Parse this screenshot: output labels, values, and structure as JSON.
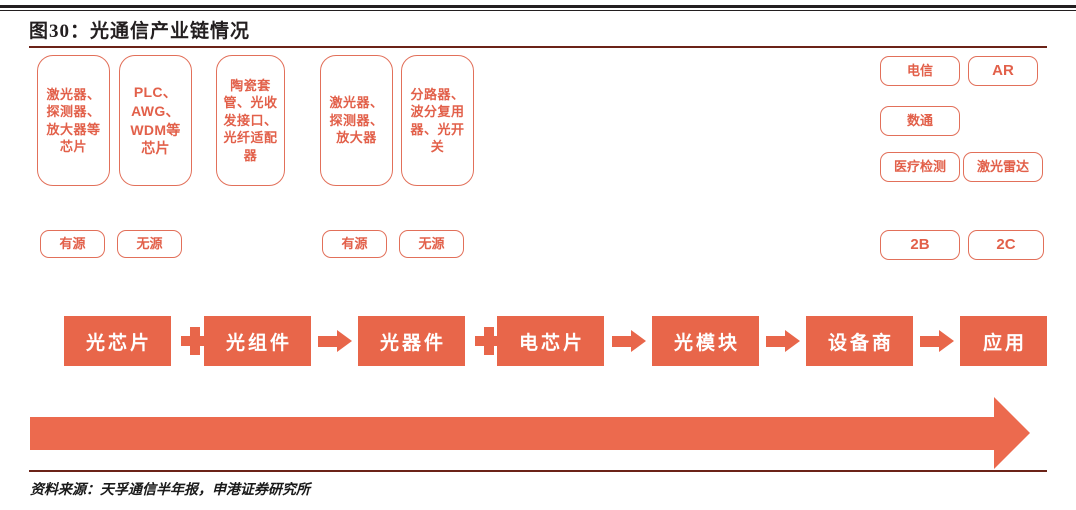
{
  "figure": {
    "title": "图30：光通信产业链情况",
    "source_note": "资料来源：天孚通信半年报，申港证券研究所",
    "accent_color": "#e8664a",
    "outline_color": "#e2705a",
    "rule_color": "#6b2318"
  },
  "component_boxes": [
    {
      "text": "激光器、探测器、放大器等芯片"
    },
    {
      "text": "PLC、AWG、WDM等芯片"
    },
    {
      "text": "陶瓷套管、光收发接口、光纤适配器"
    },
    {
      "text": "激光器、探测器、放大器"
    },
    {
      "text": "分路器、波分复用器、光开关"
    }
  ],
  "application_boxes": [
    {
      "text": "电信"
    },
    {
      "text": "AR"
    },
    {
      "text": "数通"
    },
    {
      "text": "医疗检测"
    },
    {
      "text": "激光雷达"
    }
  ],
  "power_tags": [
    {
      "text": "有源"
    },
    {
      "text": "无源"
    },
    {
      "text": "有源"
    },
    {
      "text": "无源"
    }
  ],
  "market_tags": [
    {
      "text": "2B"
    },
    {
      "text": "2C"
    }
  ],
  "chain": {
    "nodes": [
      {
        "text": "光芯片"
      },
      {
        "text": "光组件"
      },
      {
        "text": "光器件"
      },
      {
        "text": "电芯片"
      },
      {
        "text": "光模块"
      },
      {
        "text": "设备商"
      },
      {
        "text": "应用"
      }
    ],
    "connectors": [
      "plus",
      "arrow",
      "plus",
      "arrow",
      "arrow",
      "arrow"
    ]
  }
}
